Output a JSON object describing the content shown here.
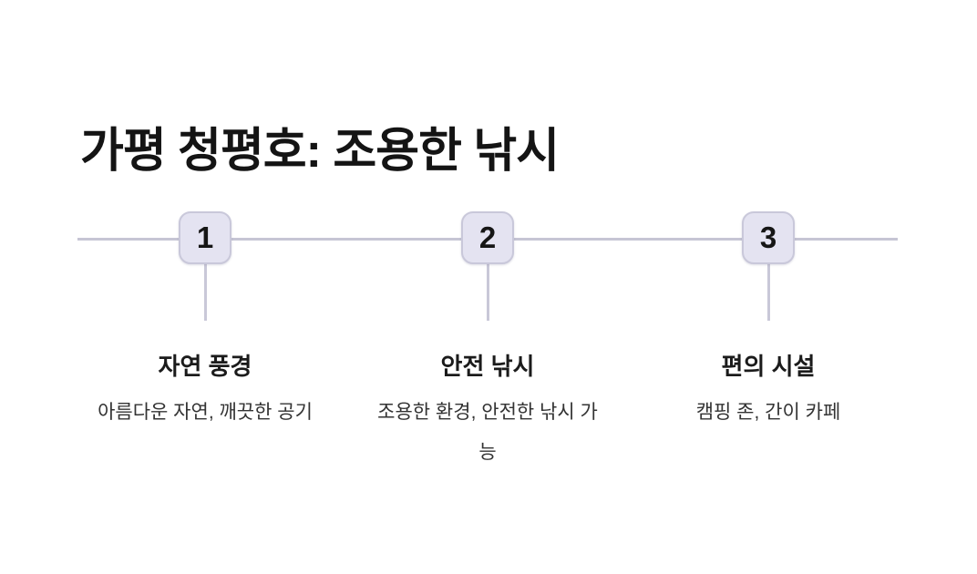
{
  "page": {
    "title": "가평 청평호: 조용한 낚시",
    "background_color": "#ffffff"
  },
  "timeline": {
    "line_color": "#c6c5d4",
    "node_fill_color": "#e4e3f1",
    "node_border_color": "#c9c8da",
    "number_color": "#161616",
    "steps": [
      {
        "number": "1",
        "title": "자연 풍경",
        "description": "아름다운 자연, 깨끗한 공기"
      },
      {
        "number": "2",
        "title": "안전 낚시",
        "description": "조용한 환경, 안전한 낚시 가능"
      },
      {
        "number": "3",
        "title": "편의 시설",
        "description": "캠핑 존, 간이 카페"
      }
    ]
  }
}
